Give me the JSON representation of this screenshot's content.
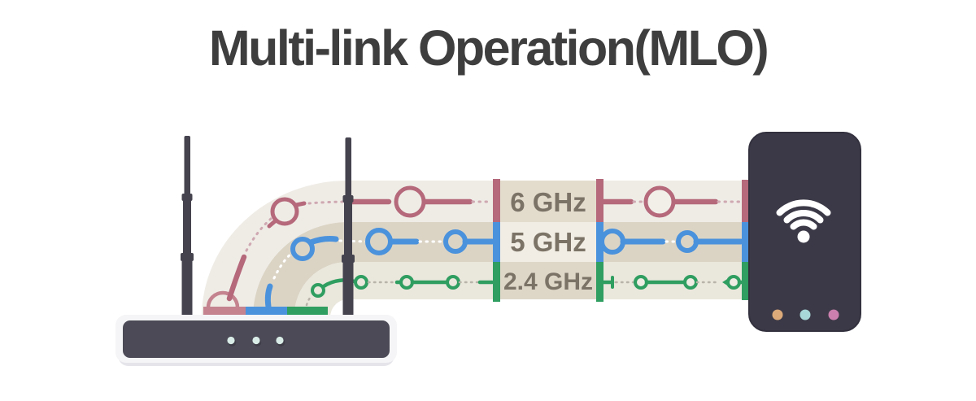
{
  "title": "Multi-link Operation(MLO)",
  "title_color": "#3f3e3e",
  "label_text_color": "#7c7367",
  "bands": [
    {
      "id": "6ghz",
      "label": "6 GHz",
      "color": "#b5697b",
      "light": "#c4838f",
      "row_bg": "#efece6",
      "label_bg": "#e3dccd"
    },
    {
      "id": "5ghz",
      "label": "5 GHz",
      "color": "#4b92dc",
      "light": "#7db0e5",
      "row_bg": "#dbd4c5",
      "label_bg": "#f1ede4"
    },
    {
      "id": "24ghz",
      "label": "2.4 GHz",
      "color": "#2f9e60",
      "light": "#6db98d",
      "row_bg": "#eae7dc",
      "label_bg": "#ded7c8"
    }
  ],
  "router": {
    "name": "wifi-router",
    "body_color": "#4b4a56",
    "casing_color": "#f5f5f7",
    "antenna_color": "#45434e",
    "led_color": "#d9ece7",
    "led_count": 3
  },
  "device": {
    "name": "client-device",
    "body_color": "#3b3947",
    "icon": "wifi-icon",
    "wifi_color": "#ffffff",
    "status_dots": [
      "#dcaa79",
      "#a8d8d8",
      "#cb7fae"
    ]
  }
}
